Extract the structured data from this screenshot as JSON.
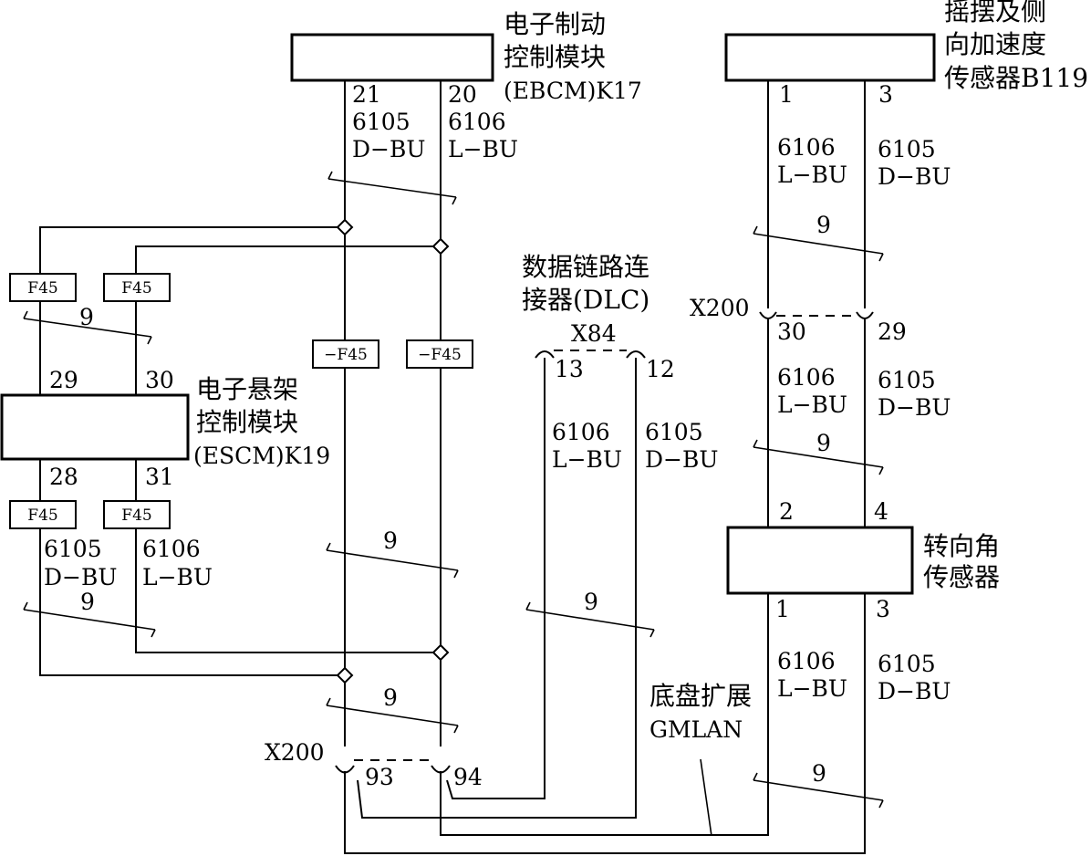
{
  "components": {
    "ebcm": {
      "line1": "电子制动",
      "line2": "控制模块",
      "line3": "(EBCM)K17"
    },
    "yaw_sensor": {
      "line1": "摇摆及侧",
      "line2": "向加速度",
      "line3": "传感器B119"
    },
    "escm": {
      "line1": "电子悬架",
      "line2": "控制模块",
      "line3": "(ESCM)K19"
    },
    "dlc": {
      "line1": "数据链路连",
      "line2": "接器(DLC)",
      "connector": "X84"
    },
    "steering_sensor": {
      "line1": "转向角",
      "line2": "传感器"
    }
  },
  "network_label": {
    "line1": "底盘扩展",
    "line2": "GMLAN"
  },
  "connectors": {
    "x200_top": "X200",
    "x200_bottom": "X200"
  },
  "fuses": {
    "f45": "F45",
    "f45_neg": "−F45"
  },
  "pins": {
    "ebcm_21": "21",
    "ebcm_20": "20",
    "yaw_1": "1",
    "yaw_3": "3",
    "x200_30": "30",
    "x200_29": "29",
    "steer_2": "2",
    "steer_4": "4",
    "steer_1": "1",
    "steer_3": "3",
    "escm_29": "29",
    "escm_30": "30",
    "escm_28": "28",
    "escm_31": "31",
    "dlc_13": "13",
    "dlc_12": "12",
    "x200_93": "93",
    "x200_94": "94"
  },
  "wires": {
    "circuit_6105": "6105",
    "circuit_6106": "6106",
    "color_dbu": "D−BU",
    "color_lbu": "L−BU",
    "twist_mark": "9"
  }
}
